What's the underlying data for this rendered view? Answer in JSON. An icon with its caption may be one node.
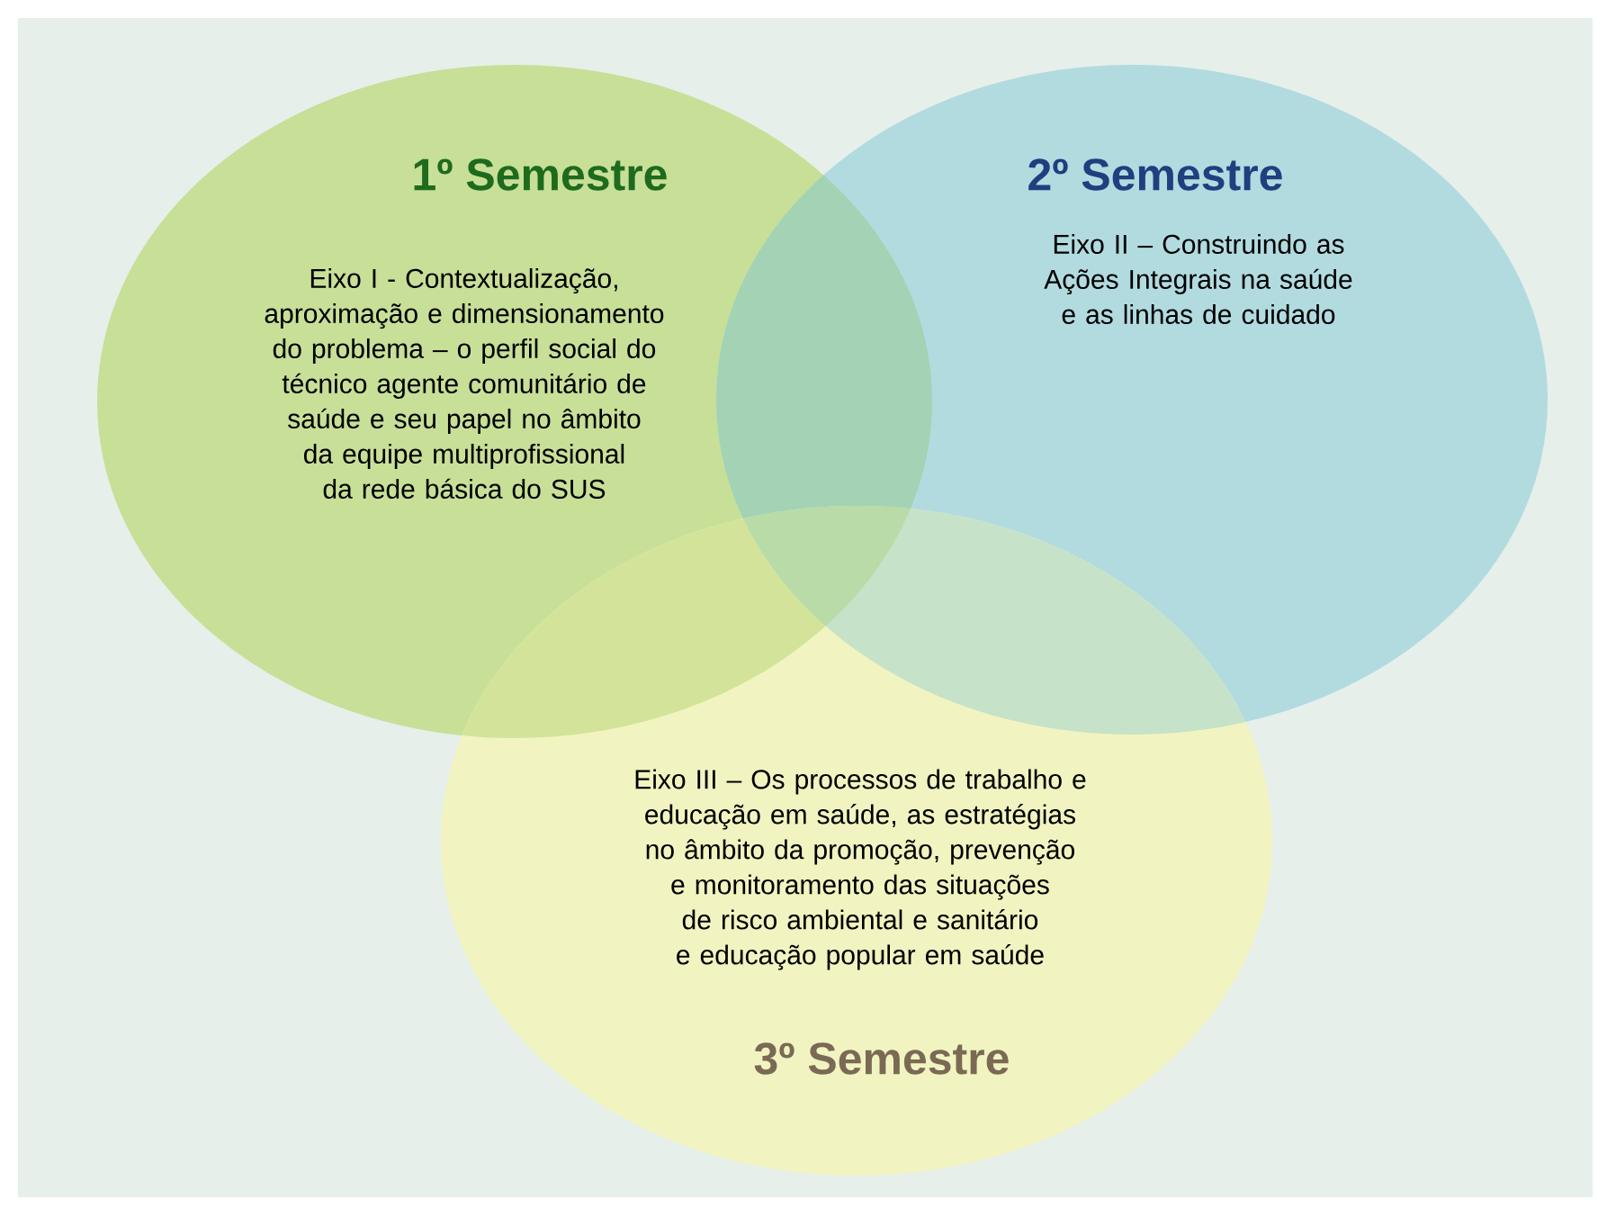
{
  "diagram": {
    "nodes": [
      {
        "text": [
          "1º Semestre",
          "Eixo I - Contextualização, aproximação e dimensionamento do problema – o perfil social do técnico agente comunitário de saúde e seu papel no âmbito da equipe multiprofissional da rede básica do SUS"
        ]
      },
      {
        "text": [
          "2º Semestre",
          "Eixo II – Construindo as Ações Integrais na saúde e as linhas de cuidado"
        ]
      },
      {
        "text": [
          "Eixo III – Os processos de trabalho e educação em saúde, as estratégias no âmbito da promoção, prevenção e monitoramento das situações de risco ambiental e sanitário e educação popular em saúde",
          "3º Semestre"
        ]
      }
    ]
  }
}
